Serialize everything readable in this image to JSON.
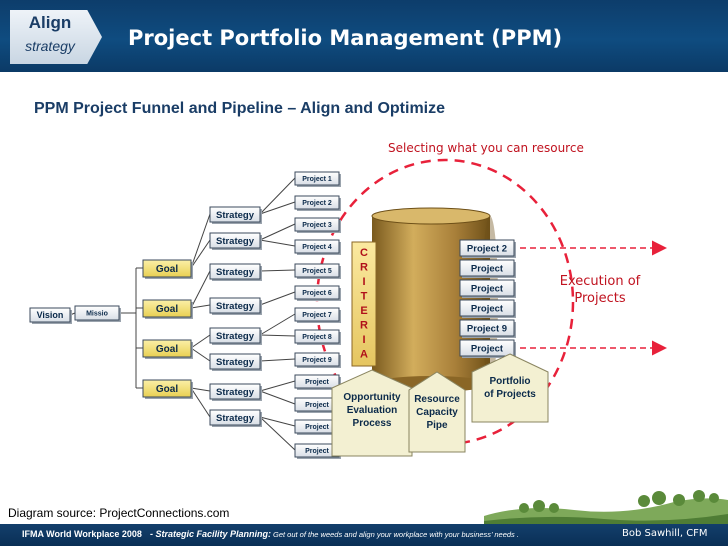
{
  "header": {
    "tab_line1": "Align",
    "tab_line2": "strategy",
    "title": "Project Portfolio Management (PPM)"
  },
  "subtitle": "PPM Project Funnel and Pipeline – Align and Optimize",
  "diagram": {
    "vision": "Vision",
    "mission": "Missio",
    "goals": [
      "Goal",
      "Goal",
      "Goal",
      "Goal"
    ],
    "strategies": [
      "Strategy",
      "Strategy",
      "Strategy",
      "Strategy",
      "Strategy",
      "Strategy",
      "Strategy",
      "Strategy"
    ],
    "projects": [
      "Project 1",
      "Project 2",
      "Project 3",
      "Project 4",
      "Project 5",
      "Project 6",
      "Project 7",
      "Project 8",
      "Project 9",
      "Project",
      "Project",
      "Project",
      "Project"
    ],
    "criteria_letters": [
      "C",
      "R",
      "I",
      "T",
      "E",
      "R",
      "I",
      "A"
    ],
    "output_projects": [
      "Project 2",
      "Project",
      "Project",
      "Project",
      "Project 9",
      "Project"
    ],
    "selecting_label": "Selecting what you can resource",
    "execution_label_1": "Execution of",
    "execution_label_2": "Projects",
    "house_opportunity": [
      "Opportunity",
      "Evaluation",
      "Process"
    ],
    "house_resource": [
      "Resource",
      "Capacity",
      "Pipe"
    ],
    "house_portfolio": [
      "Portfolio",
      "of Projects"
    ],
    "colors": {
      "navy": "#0f4c80",
      "goal_fill": "#f5e27a",
      "cylinder": "#b08a3e",
      "dashed_circle": "#e8213a",
      "house_fill": "#f3f0d2"
    }
  },
  "source": "Diagram source: ProjectConnections.com",
  "footer": {
    "conference": "IFMA World Workplace 2008",
    "tagline": "- Strategic Facility Planning:",
    "tagline_rest": "Get out of the weeds and align your workplace with your business’ needs .",
    "author": "Bob Sawhill, CFM"
  }
}
